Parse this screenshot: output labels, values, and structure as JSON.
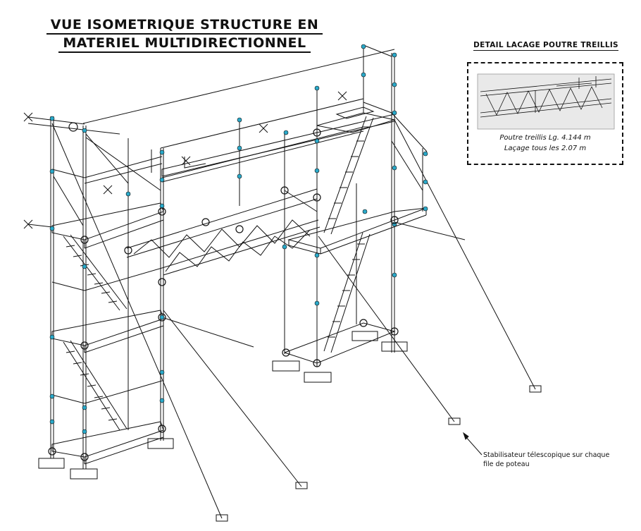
{
  "title": {
    "line1": "VUE ISOMETRIQUE STRUCTURE EN",
    "line2": "MATERIEL MULTIDIRECTIONNEL"
  },
  "detail": {
    "heading": "DETAIL LACAGE POUTRE TREILLIS",
    "caption1": "Poutre treillis Lg. 4.144 m",
    "caption2": "Laçage tous les 2.07 m"
  },
  "annotation": {
    "line1": "Stabilisateur télescopique sur chaque",
    "line2": "file de poteau"
  },
  "colors": {
    "line": "#111111",
    "coupler": "#2aa9c9"
  }
}
